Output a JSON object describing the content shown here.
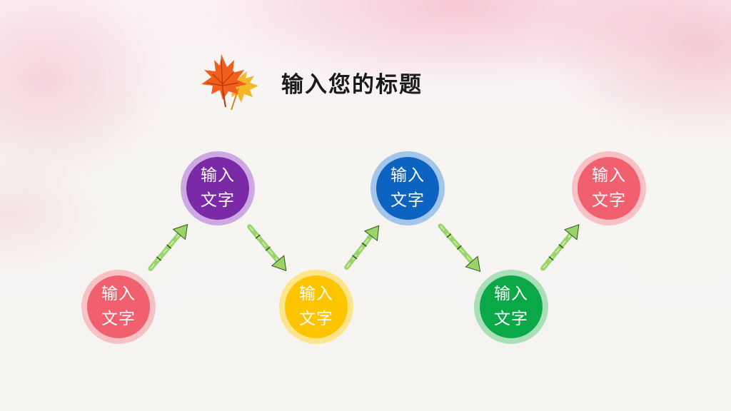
{
  "title": "输入您的标题",
  "nodes": [
    {
      "text": "输入\n文字",
      "color": "#f0606e",
      "ring": "#f7b7bd"
    },
    {
      "text": "输入\n文字",
      "color": "#7a2aa6",
      "ring": "#c59be0"
    },
    {
      "text": "输入\n文字",
      "color": "#ffc400",
      "ring": "#ffe27a"
    },
    {
      "text": "输入\n文字",
      "color": "#0d64c0",
      "ring": "#92bde8"
    },
    {
      "text": "输入\n文字",
      "color": "#0aa846",
      "ring": "#9cdcae"
    },
    {
      "text": "输入\n文字",
      "color": "#f0606e",
      "ring": "#f7b7bd"
    }
  ],
  "colors": {
    "arrow": "#9ad36a",
    "arrow_dark": "#2f5a1c",
    "leaf_orange": "#f0601c",
    "leaf_yellow": "#f6b21e"
  }
}
